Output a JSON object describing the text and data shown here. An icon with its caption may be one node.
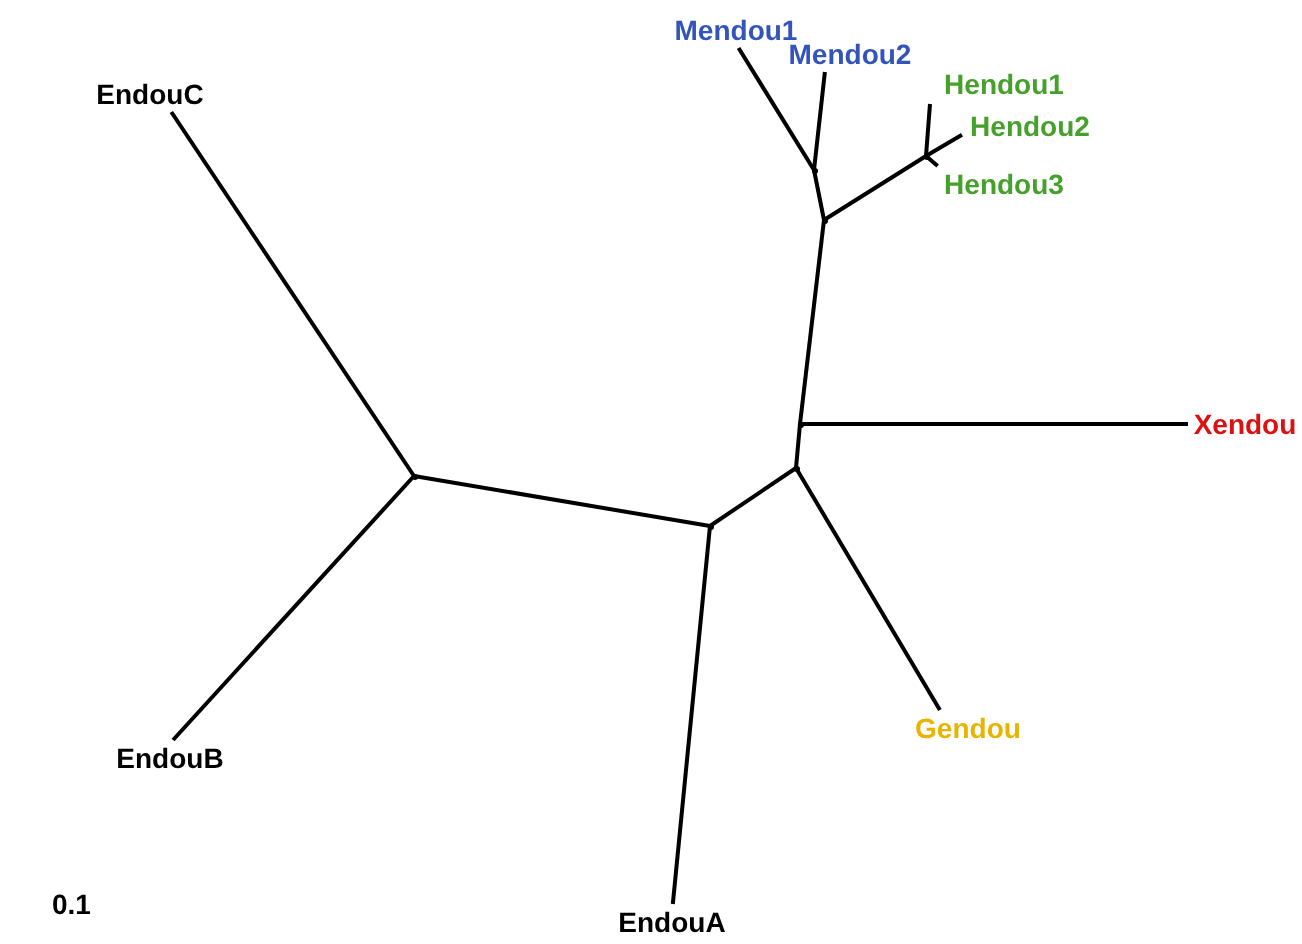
{
  "diagram": {
    "nodes": [
      {
        "text": [
          "EndouC"
        ]
      },
      {
        "text": [
          "EndouB"
        ]
      },
      {
        "text": [
          "EndouA"
        ]
      },
      {
        "text": [
          "Gendou"
        ]
      },
      {
        "text": [
          "Xendou"
        ]
      },
      {
        "text": [
          "Mendou1"
        ]
      },
      {
        "text": [
          "Mendou2"
        ]
      },
      {
        "text": [
          "Hendou1"
        ]
      },
      {
        "text": [
          "Hendou2"
        ]
      },
      {
        "text": [
          "Hendou3"
        ]
      },
      {
        "text": [],
        "shape": "point"
      },
      {
        "text": [],
        "shape": "point"
      },
      {
        "text": [],
        "shape": "point"
      },
      {
        "text": [],
        "shape": "point"
      },
      {
        "text": [],
        "shape": "point"
      },
      {
        "text": [],
        "shape": "point"
      },
      {
        "text": [],
        "shape": "point"
      }
    ],
    "edges": [
      {
        "from": 10,
        "to": 0,
        "arrow": "none"
      },
      {
        "from": 10,
        "to": 1,
        "arrow": "none"
      },
      {
        "from": 10,
        "to": 11,
        "arrow": "none"
      },
      {
        "from": 11,
        "to": 2,
        "arrow": "none"
      },
      {
        "from": 11,
        "to": 12,
        "arrow": "none"
      },
      {
        "from": 12,
        "to": 3,
        "arrow": "none"
      },
      {
        "from": 12,
        "to": 13,
        "arrow": "none"
      },
      {
        "from": 13,
        "to": 4,
        "arrow": "none"
      },
      {
        "from": 13,
        "to": 14,
        "arrow": "none"
      },
      {
        "from": 14,
        "to": 15,
        "arrow": "none"
      },
      {
        "from": 14,
        "to": 16,
        "arrow": "none"
      },
      {
        "from": 15,
        "to": 5,
        "arrow": "none"
      },
      {
        "from": 15,
        "to": 6,
        "arrow": "none"
      },
      {
        "from": 16,
        "to": 7,
        "arrow": "none"
      },
      {
        "from": 16,
        "to": 8,
        "arrow": "none"
      },
      {
        "from": 16,
        "to": 9,
        "arrow": "none"
      }
    ],
    "labels": [
      "0.1"
    ]
  }
}
